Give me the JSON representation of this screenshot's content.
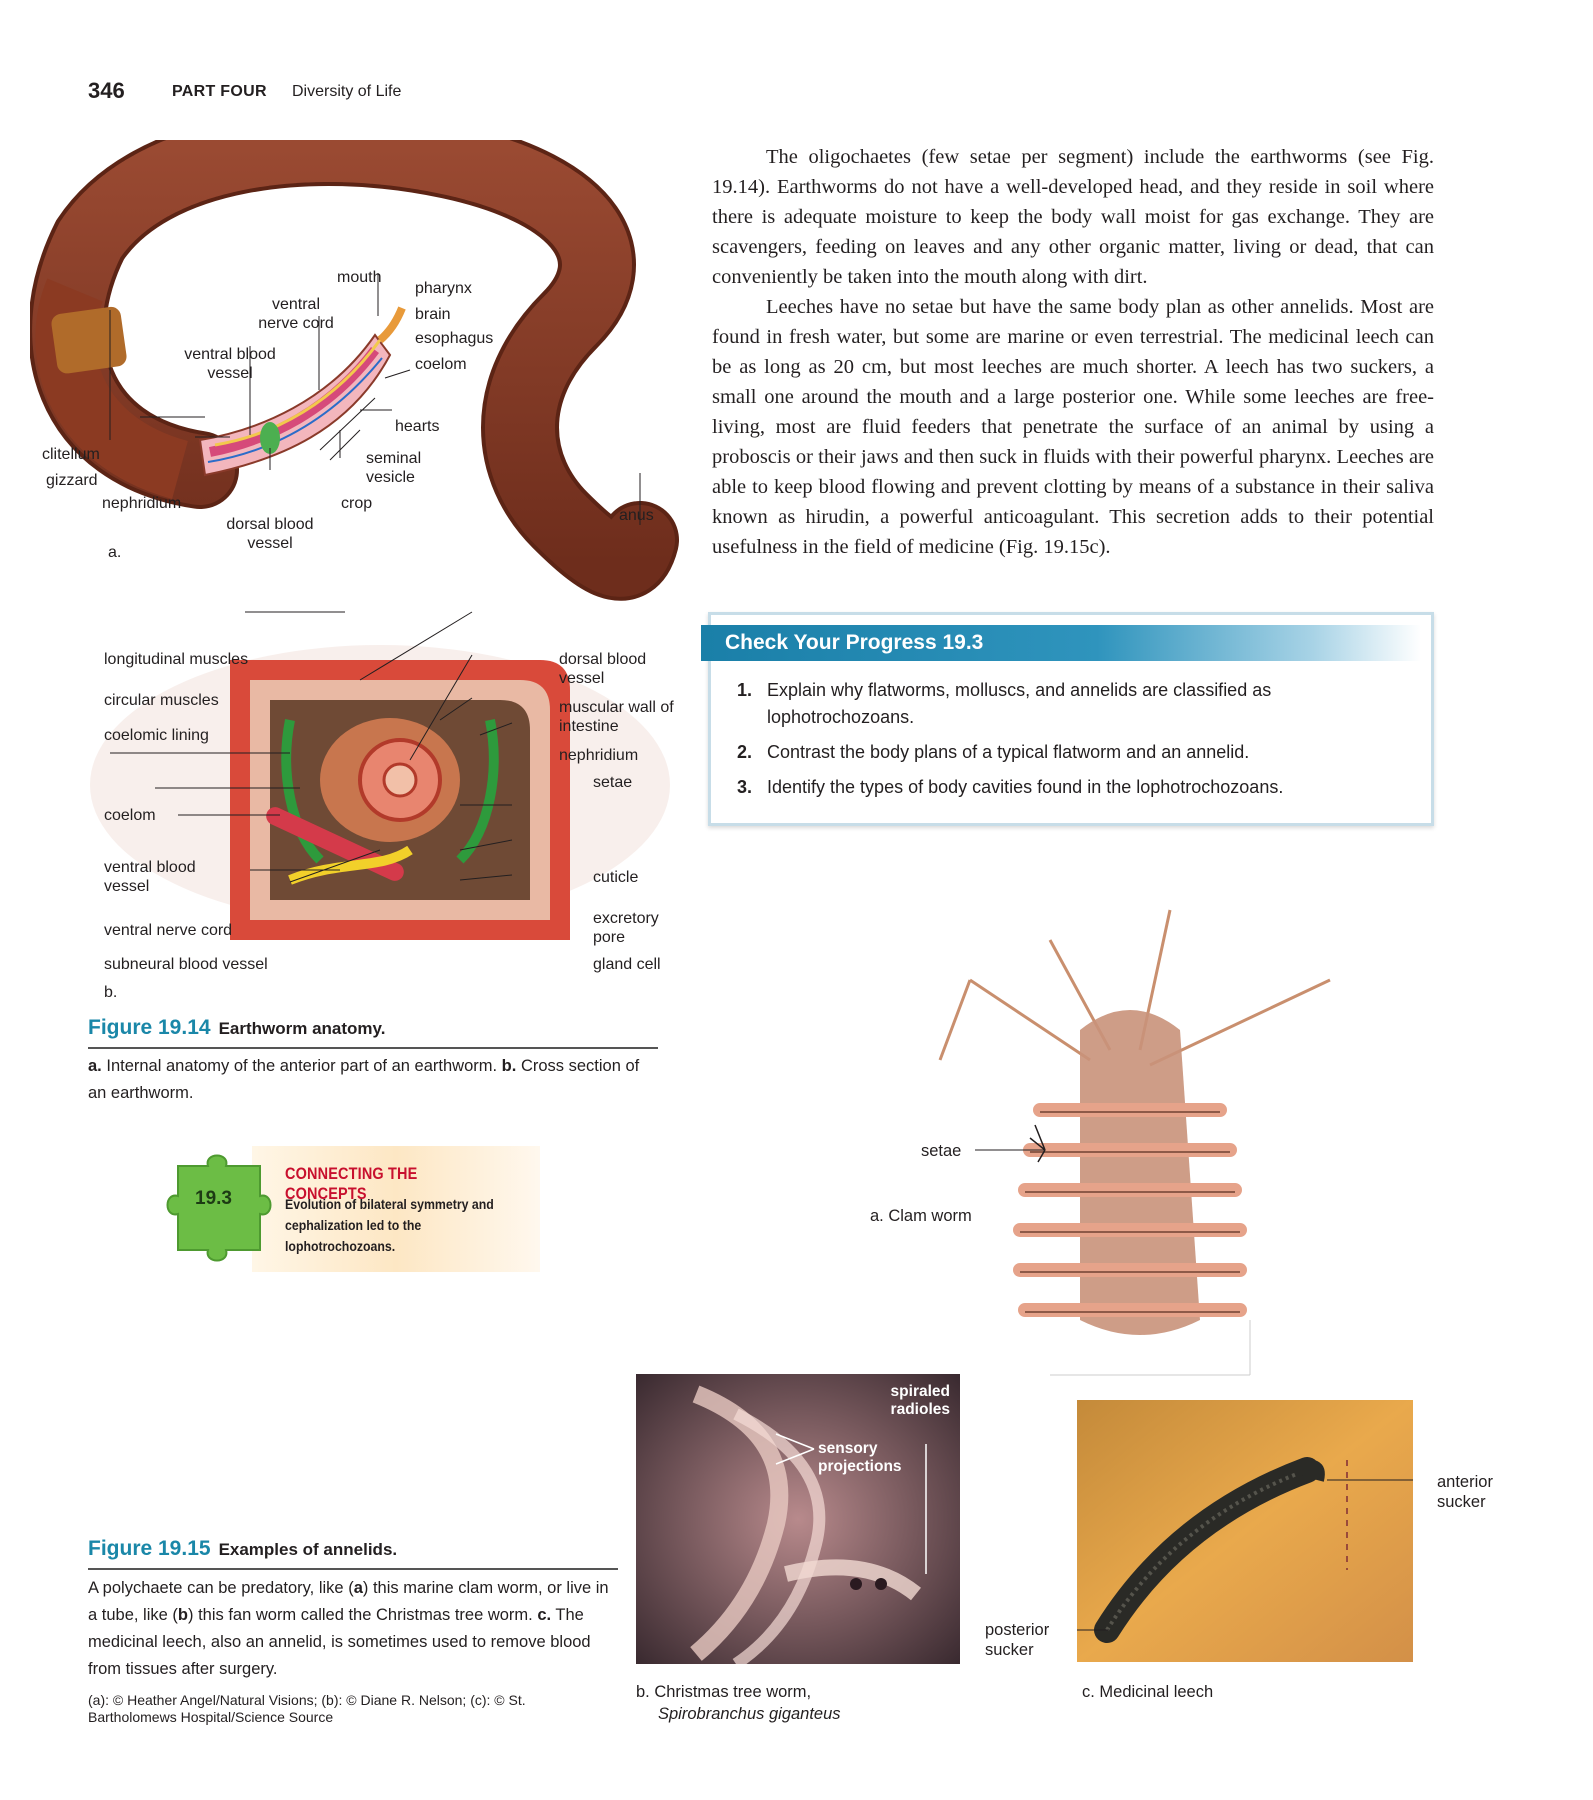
{
  "header": {
    "page_number": "346",
    "part": "PART FOUR",
    "title": "Diversity of Life"
  },
  "body": {
    "paragraph_1": "The oligochaetes (few setae per segment) include the earthworms (see Fig. 19.14). Earthworms do not have a well-developed head, and they reside in soil where there is adequate moisture to keep the body wall moist for gas exchange. They are scavengers, feeding on leaves and any other organic matter, living or dead, that can conveniently be taken into the mouth along with dirt.",
    "paragraph_2": "Leeches have no setae but have the same body plan as other annelids. Most are found in fresh water, but some are marine or even terrestrial. The medicinal leech can be as long as 20 cm, but most leeches are much shorter. A leech has two suckers, a small one around the mouth and a large posterior one. While some leeches are free-living, most are fluid feeders that penetrate the surface of an animal by using a proboscis or their jaws and then suck in fluids with their powerful pharynx. Leeches are able to keep blood flowing and prevent clotting by means of a substance in their saliva known as hirudin, a powerful anticoagulant. This secretion adds to their potential usefulness in the field of medicine (Fig. 19.15c)."
  },
  "check_progress": {
    "title": "Check Your Progress 19.3",
    "items": [
      {
        "num": "1.",
        "text": "Explain why flatworms, molluscs, and annelids are classified as lophotrochozoans."
      },
      {
        "num": "2.",
        "text": "Contrast the body plans of a typical flatworm and an annelid."
      },
      {
        "num": "3.",
        "text": "Identify the types of body cavities found in the lophotrochozoans."
      }
    ]
  },
  "fig14": {
    "labels_a": {
      "mouth": "mouth",
      "pharynx": "pharynx",
      "brain": "brain",
      "esophagus": "esophagus",
      "coelom": "coelom",
      "ventral_nerve_cord": "ventral nerve cord",
      "ventral_blood_vessel": "ventral blood vessel",
      "hearts": "hearts",
      "seminal_vesicle": "seminal vesicle",
      "crop": "crop",
      "clitellum": "clitellum",
      "gizzard": "gizzard",
      "nephridium": "nephridium",
      "dorsal_blood_vessel": "dorsal blood vessel",
      "anus": "anus",
      "panel": "a."
    },
    "labels_b": {
      "longitudinal_muscles": "longitudinal muscles",
      "circular_muscles": "circular muscles",
      "coelomic_lining": "coelomic lining",
      "coelom": "coelom",
      "ventral_blood_vessel": "ventral blood vessel",
      "ventral_nerve_cord": "ventral nerve cord",
      "subneural_blood_vessel": "subneural blood vessel",
      "dorsal_blood_vessel": "dorsal blood vessel",
      "muscular_wall": "muscular wall of intestine",
      "nephridium": "nephridium",
      "setae": "setae",
      "cuticle": "cuticle",
      "excretory_pore": "excretory pore",
      "gland_cell": "gland cell",
      "panel": "b."
    },
    "title": "Figure 19.14",
    "subtitle": "Earthworm anatomy.",
    "caption_a": "a.",
    "caption_a_text": "Internal anatomy of the anterior part of an earthworm.",
    "caption_b": "b.",
    "caption_b_text": "Cross section of an earthworm."
  },
  "connecting": {
    "number": "19.3",
    "title": "CONNECTING THE CONCEPTS",
    "text": "Evolution of bilateral symmetry and cephalization led to the lophotrochozoans."
  },
  "fig15": {
    "title": "Figure 19.15",
    "subtitle": "Examples of annelids.",
    "caption": {
      "t1": "A polychaete can be predatory, like (",
      "a": "a",
      "t2": ") this marine clam worm, or live in a tube, like (",
      "b": "b",
      "t3": ") this fan worm called the Christmas tree worm. ",
      "c": "c.",
      "t4": " The medicinal leech, also an annelid, is sometimes used to remove blood from tissues after surgery."
    },
    "credit": "(a): © Heather Angel/Natural Visions; (b): © Diane R. Nelson; (c): © St. Bartholomews Hospital/Science Source",
    "photo_a": {
      "setae": "setae",
      "label": "a. Clam worm"
    },
    "photo_b": {
      "spiraled": "spiraled radioles",
      "sensory": "sensory projections",
      "label_1": "b. Christmas tree worm,",
      "label_2": "Spirobranchus giganteus"
    },
    "photo_c": {
      "anterior": "anterior sucker",
      "posterior": "posterior sucker",
      "label": "c. Medicinal leech"
    }
  },
  "colors": {
    "accent": "#1a87a8",
    "cyp_bar": "#1a7fa8",
    "ctc_red": "#c8102e",
    "puzzle_green": "#6cbd45"
  }
}
